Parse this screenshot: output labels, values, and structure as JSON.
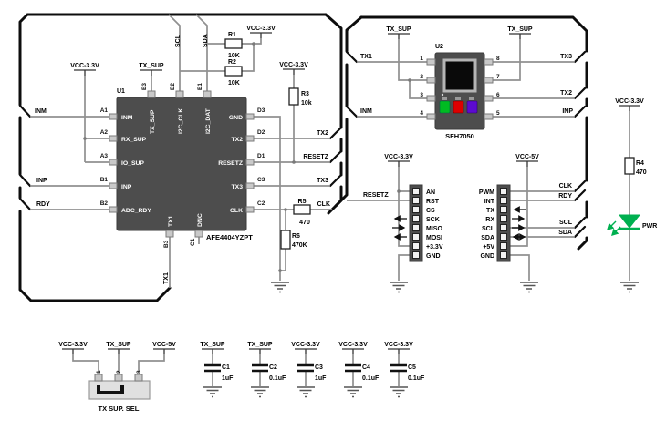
{
  "u1": {
    "ref": "U1",
    "part": "AFE4404YZPT",
    "left_pins": [
      {
        "num": "A1",
        "name": "INM"
      },
      {
        "num": "A2",
        "name": "RX_SUP"
      },
      {
        "num": "A3",
        "name": "IO_SUP"
      },
      {
        "num": "B1",
        "name": "INP"
      },
      {
        "num": "B2",
        "name": "ADC_RDY"
      }
    ],
    "top_pins": [
      {
        "num": "E3",
        "name": "TX_SUP"
      },
      {
        "num": "E2",
        "name": "I2C_CLK"
      },
      {
        "num": "E1",
        "name": "I2C_DAT"
      }
    ],
    "right_pins": [
      {
        "num": "D3",
        "name": "GND"
      },
      {
        "num": "D2",
        "name": "TX2"
      },
      {
        "num": "D1",
        "name": "RESETZ"
      },
      {
        "num": "C3",
        "name": "TX3"
      },
      {
        "num": "C2",
        "name": "CLK"
      }
    ],
    "bottom_pins": [
      {
        "num": "B3",
        "name": "TX1"
      },
      {
        "num": "C1",
        "name": "DNC"
      }
    ]
  },
  "u2": {
    "ref": "U2",
    "part": "SFH7050",
    "left_pin_nums": [
      "1",
      "2",
      "3",
      "4"
    ],
    "right_pin_nums": [
      "8",
      "7",
      "6",
      "5"
    ]
  },
  "nets": {
    "vcc33": "VCC-3.3V",
    "vcc5": "VCC-5V",
    "txsup": "TX_SUP",
    "scl": "SCL",
    "sda": "SDA"
  },
  "signals": {
    "inm": "INM",
    "inp": "INP",
    "rdy": "RDY",
    "tx1": "TX1",
    "tx2": "TX2",
    "tx3": "TX3",
    "clk": "CLK",
    "resetz": "RESETZ"
  },
  "resistors": {
    "r1": {
      "ref": "R1",
      "value": "10K"
    },
    "r2": {
      "ref": "R2",
      "value": "10K"
    },
    "r3": {
      "ref": "R3",
      "value": "10k"
    },
    "r4": {
      "ref": "R4",
      "value": "470"
    },
    "r5": {
      "ref": "R5",
      "value": "470"
    },
    "r6": {
      "ref": "R6",
      "value": "470K"
    }
  },
  "capacitors": [
    {
      "ref": "C1",
      "value": "1uF",
      "net": "TX_SUP"
    },
    {
      "ref": "C2",
      "value": "0.1uF",
      "net": "TX_SUP"
    },
    {
      "ref": "C3",
      "value": "1uF",
      "net": "VCC-3.3V"
    },
    {
      "ref": "C4",
      "value": "0.1uF",
      "net": "VCC-3.3V"
    },
    {
      "ref": "C5",
      "value": "0.1uF",
      "net": "VCC-3.3V"
    }
  ],
  "headers": {
    "left_pins": [
      "AN",
      "RST",
      "CS",
      "SCK",
      "MISO",
      "MOSI",
      "+3.3V",
      "GND"
    ],
    "right_pins": [
      "PWM",
      "INT",
      "TX",
      "RX",
      "SCL",
      "SDA",
      "+5V",
      "GND"
    ]
  },
  "jumper": {
    "label": "TX SUP. SEL.",
    "pin_nums": [
      "1",
      "2",
      "3"
    ]
  },
  "led": {
    "label": "PWR"
  },
  "colors": {
    "ic_body": "#4d4d4d",
    "wire": "#909090",
    "outline": "#0d0d0d",
    "led_green": "#00b050",
    "u2_led_green": "#00bb22",
    "u2_led_red": "#dd0000",
    "u2_led_violet": "#5c0bd0"
  }
}
